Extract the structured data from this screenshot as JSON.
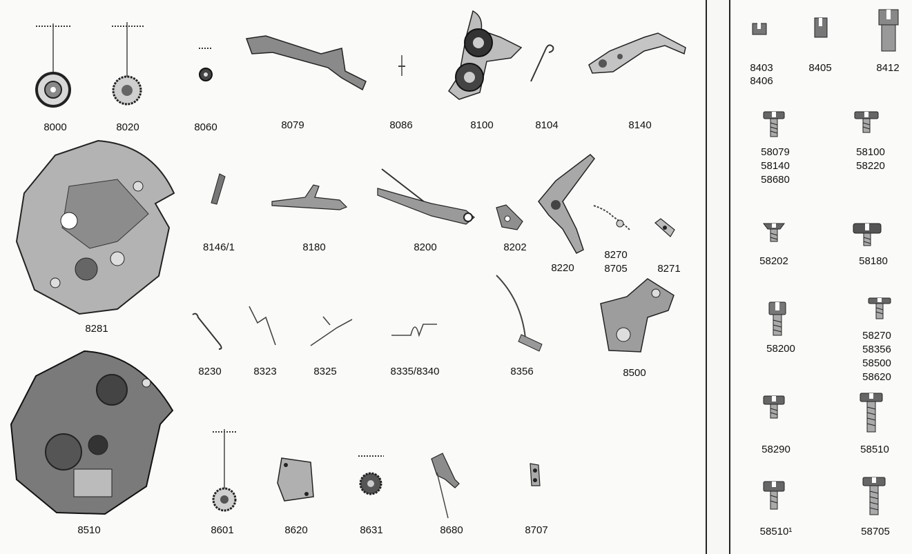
{
  "main_labels": {
    "p8000": "8000",
    "p8020": "8020",
    "p8060": "8060",
    "p8079": "8079",
    "p8086": "8086",
    "p8100": "8100",
    "p8104": "8104",
    "p8140": "8140",
    "p8146": "8146/1",
    "p8180": "8180",
    "p8200": "8200",
    "p8202": "8202",
    "p8220": "8220",
    "p8270": "8270",
    "p8705": "8705",
    "p8271": "8271",
    "p8281": "8281",
    "p8230": "8230",
    "p8323": "8323",
    "p8325": "8325",
    "p8335": "8335/8340",
    "p8356": "8356",
    "p8500": "8500",
    "p8510": "8510",
    "p8601": "8601",
    "p8620": "8620",
    "p8631": "8631",
    "p8680": "8680",
    "p8707": "8707"
  },
  "side_labels": {
    "p8403": "8403",
    "p8406": "8406",
    "p8405": "8405",
    "p8412": "8412",
    "p58079": "58079",
    "p58140": "58140",
    "p58680": "58680",
    "p58100": "58100",
    "p58220": "58220",
    "p58202": "58202",
    "p58180": "58180",
    "p58200": "58200",
    "p58270": "58270",
    "p58356": "58356",
    "p58500": "58500",
    "p58620": "58620",
    "p58290": "58290",
    "p58510": "58510",
    "p58510b": "58510¹",
    "p58705": "58705"
  },
  "colors": {
    "ink": "#111111",
    "part_light": "#c9c9c9",
    "part_dark": "#5a5a5a",
    "divider": "#222222"
  }
}
